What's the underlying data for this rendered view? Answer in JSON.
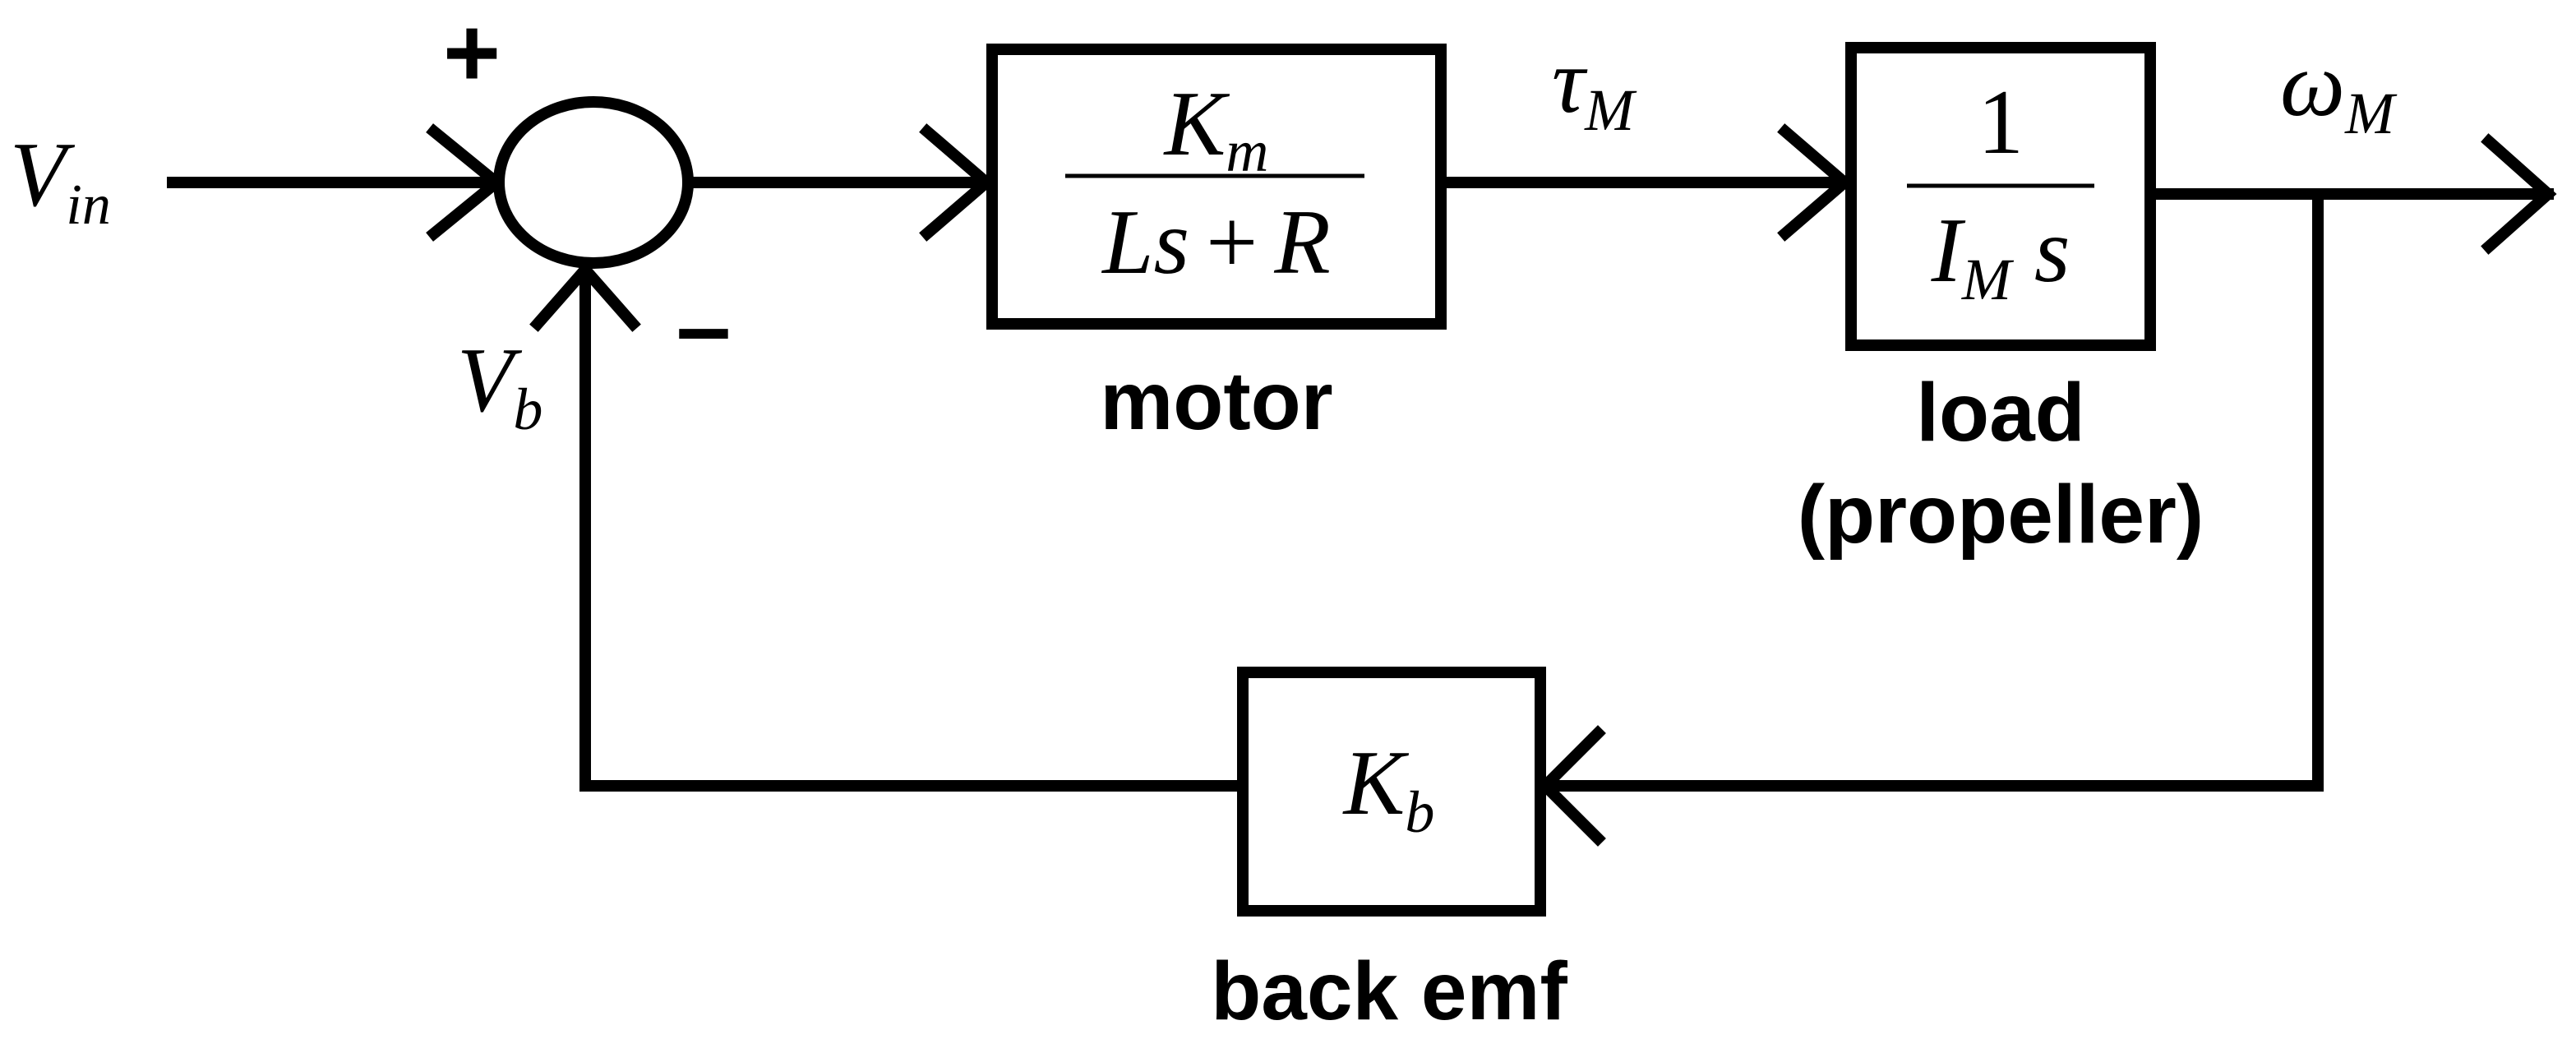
{
  "signals": {
    "input": {
      "main": "V",
      "sub": "in"
    },
    "feedback": {
      "main": "V",
      "sub": "b"
    },
    "torque": {
      "main": "τ",
      "sub": "M"
    },
    "output": {
      "main": "ω",
      "sub": "M"
    }
  },
  "summing_junction": {
    "plus": "+",
    "minus": "–"
  },
  "blocks": {
    "motor": {
      "num_main": "K",
      "num_sub": "m",
      "den_left": "Ls",
      "den_op": "+",
      "den_right": "R",
      "label": "motor"
    },
    "load": {
      "num": "1",
      "den_main": "I",
      "den_sub": "M",
      "den_var": "s",
      "label_line1": "load",
      "label_line2": "(propeller)"
    },
    "back_emf": {
      "main": "K",
      "sub": "b",
      "label": "back emf"
    }
  }
}
